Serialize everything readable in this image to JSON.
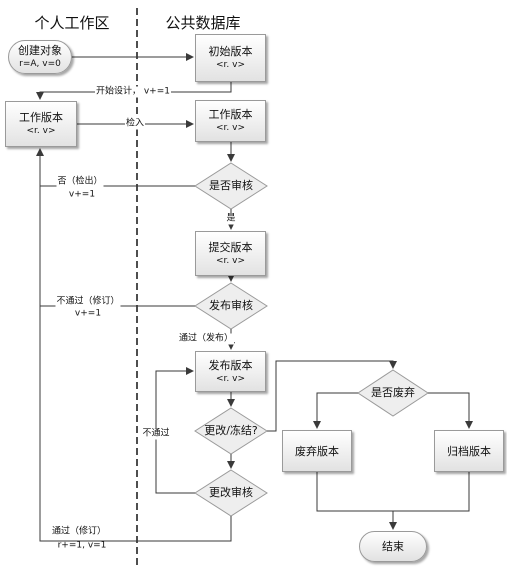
{
  "lanes": {
    "personal": "个人工作区",
    "public": "公共数据库"
  },
  "nodes": {
    "create": {
      "title": "创建对象",
      "sub": "r=A, v=0"
    },
    "initial": {
      "title": "初始版本",
      "sub": "<r. v>"
    },
    "work_private": {
      "title": "工作版本",
      "sub": "<r. v>"
    },
    "work_public": {
      "title": "工作版本",
      "sub": "<r. v>"
    },
    "review": {
      "title": "是否审核"
    },
    "submit": {
      "title": "提交版本",
      "sub": "<r. v>"
    },
    "publish_review": {
      "title": "发布审核"
    },
    "release": {
      "title": "发布版本",
      "sub": "<r. v>"
    },
    "change_decision": {
      "title": "更改/冻结?"
    },
    "change_review": {
      "title": "更改审核"
    },
    "discard_decision": {
      "title": "是否废弃"
    },
    "discarded": {
      "title": "废弃版本"
    },
    "archived": {
      "title": "归档版本"
    },
    "end": {
      "title": "结束"
    }
  },
  "edge_labels": {
    "start_design": "开始设计， v+=1",
    "check_in": "检入",
    "no_checkout_1": "否（检出）",
    "no_checkout_2": "v+=1",
    "yes": "是",
    "fail_revise_1": "不通过（修订）",
    "fail_revise_2": "v+=1",
    "pass_publish": "通过（发布）",
    "fail": "不通过",
    "pass_revise_1": "通过（修订）",
    "pass_revise_2": "r+=1, v=1"
  },
  "colors": {
    "line": "#3a3a3a",
    "box_border": "#9a9a9a",
    "box_top": "#ffffff",
    "box_bottom": "#e2e2e2"
  }
}
